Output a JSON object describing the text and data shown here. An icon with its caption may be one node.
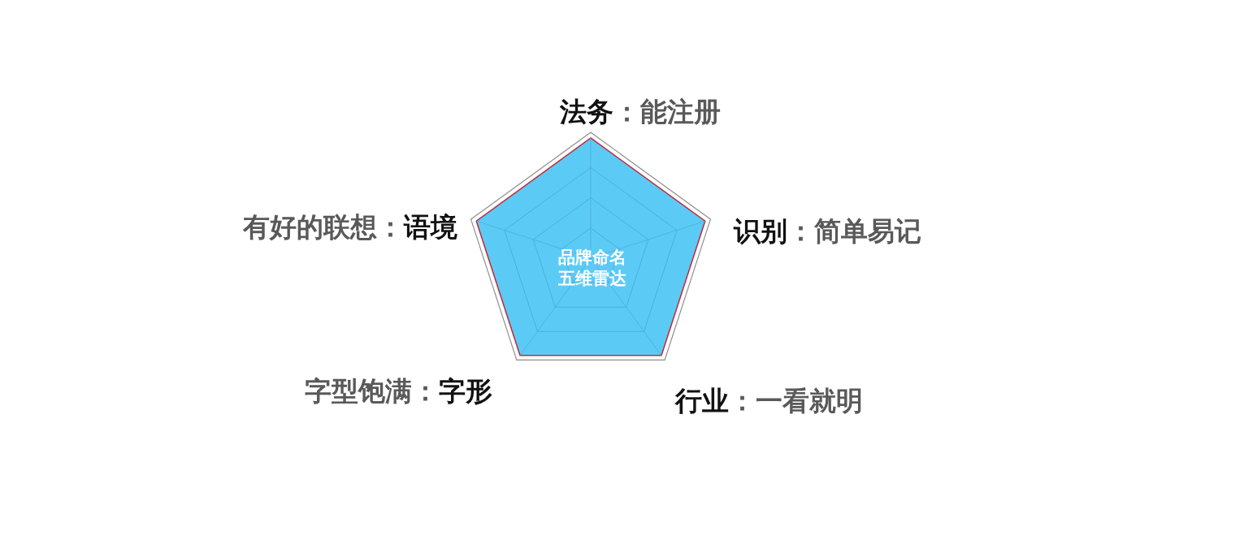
{
  "diagram": {
    "labels": [
      "法务",
      "：能注册",
      "有好的联想：",
      "语境",
      "识别",
      "：简单易记",
      "品牌命名五维雷达",
      "字型饱满：",
      "字形",
      "行业",
      "：一看就明"
    ]
  }
}
